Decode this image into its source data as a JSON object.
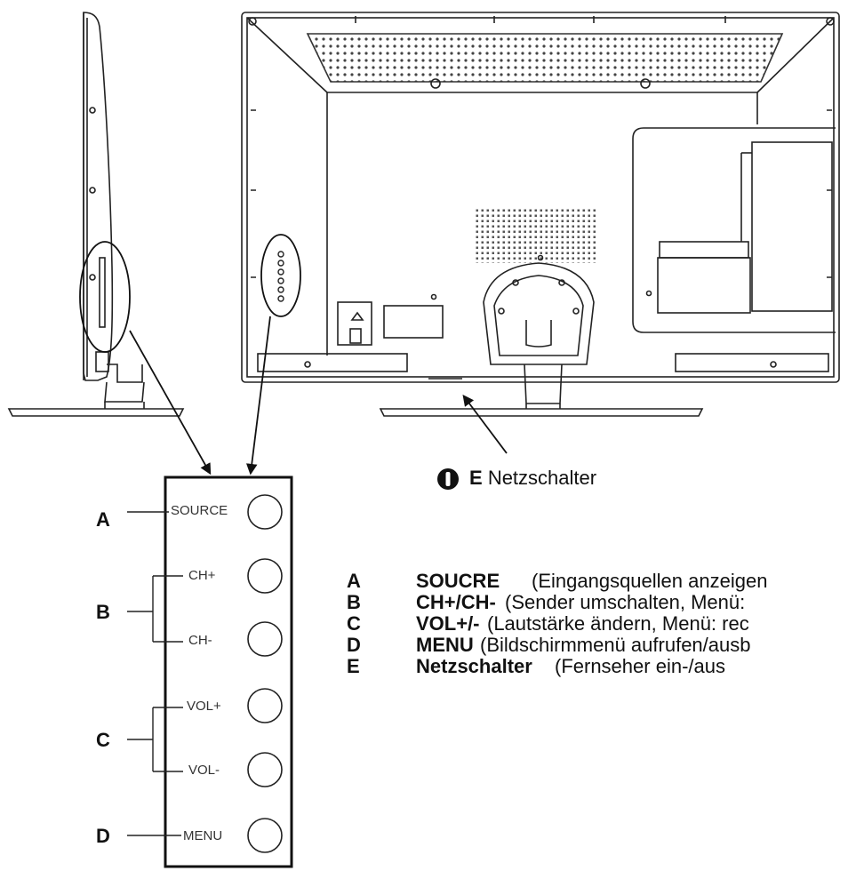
{
  "power_switch": {
    "icon": "power-switch-icon",
    "letter": "E",
    "label": "Netzschalter"
  },
  "buttons": [
    {
      "letter": "A",
      "label": "SOURCE"
    },
    {
      "letter": "B",
      "label": "CH+"
    },
    {
      "letter": "",
      "label": "CH-"
    },
    {
      "letter": "C",
      "label": "VOL+"
    },
    {
      "letter": "",
      "label": "VOL-"
    },
    {
      "letter": "D",
      "label": "MENU"
    }
  ],
  "legend": [
    {
      "key": "A",
      "term": "SOUCRE",
      "desc": "(Eingangsquellen anzeigen"
    },
    {
      "key": "B",
      "term": "CH+/CH-",
      "desc": "(Sender umschalten, Menü:"
    },
    {
      "key": "C",
      "term": "VOL+/-",
      "desc": "(Lautstärke ändern, Menü: rec"
    },
    {
      "key": "D",
      "term": "MENU",
      "desc": "(Bildschirmmenü aufrufen/ausb"
    },
    {
      "key": "E",
      "term": "Netzschalter",
      "desc": "(Fernseher ein-/aus"
    }
  ]
}
